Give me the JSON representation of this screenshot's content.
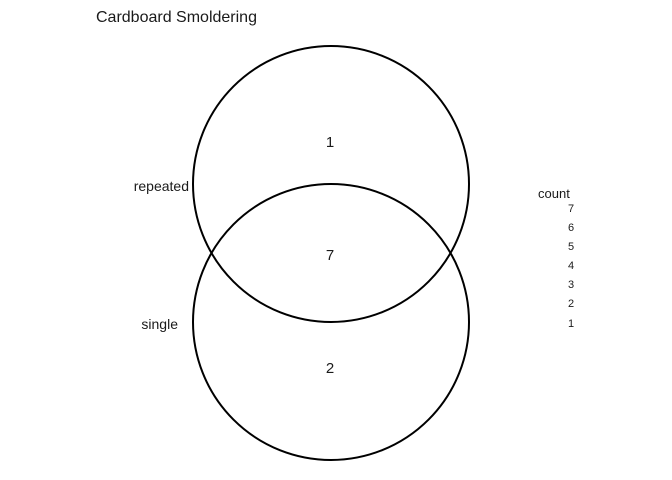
{
  "title": "Cardboard Smoldering",
  "sets": [
    {
      "id": "repeated",
      "label": "repeated"
    },
    {
      "id": "single",
      "label": "single"
    }
  ],
  "regions": [
    {
      "id": "repeated-only",
      "sets": [
        "repeated"
      ],
      "count": 1
    },
    {
      "id": "intersection",
      "sets": [
        "repeated",
        "single"
      ],
      "count": 7
    },
    {
      "id": "single-only",
      "sets": [
        "single"
      ],
      "count": 2
    }
  ],
  "legend": {
    "title": "count",
    "ticks": [
      "7",
      "6",
      "5",
      "4",
      "3",
      "2",
      "1"
    ]
  },
  "colors": {
    "outline": "#000000",
    "fill": "#ffffff",
    "text": "#1a1a1a"
  }
}
